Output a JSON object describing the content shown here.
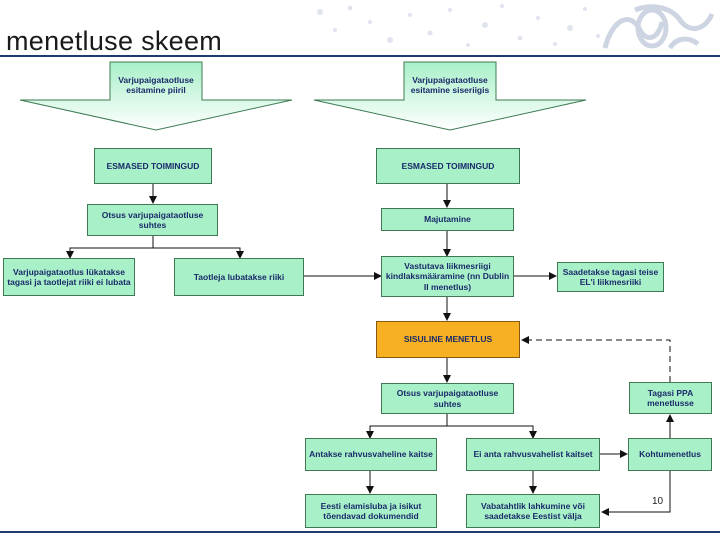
{
  "header": {
    "title": "menetluse skeem"
  },
  "colors": {
    "box_fill": "#a8f0c8",
    "box_border": "#3d7a52",
    "highlight_fill": "#f6b022",
    "box_text": "#1a2a6a",
    "header_line": "#1e3a6e"
  },
  "diagram": {
    "entry_left": "Varjupaigataotluse esitamine piiril",
    "entry_right": "Varjupaigataotluse esitamine siseriigis",
    "nodes": {
      "esmased_left": "ESMASED TOIMINGUD",
      "esmased_right": "ESMASED TOIMINGUD",
      "otsus_left": "Otsus varjupaigataotluse suhtes",
      "lykatakse": "Varjupaigataotlus lükatakse tagasi ja taotlejat riiki ei lubata",
      "lubatakse": "Taotleja lubatakse riiki",
      "majutamine": "Majutamine",
      "vastutava": "Vastutava liikmesriigi kindlaksmääramine (nn Dublin II menetlus)",
      "saadetakse_el": "Saadetakse tagasi teise EL'i liikmesriiki",
      "sisuline": "SISULINE MENETLUS",
      "otsus_right": "Otsus varjupaigataotluse suhtes",
      "tagasi_ppa": "Tagasi PPA menetlusse",
      "antakse": "Antakse rahvusvaheline kaitse",
      "ei_anta": "Ei anta rahvusvahelist kaitset",
      "kohtumenetlus": "Kohtumenetlus",
      "elamisluba": "Eesti elamisluba ja isikut tõendavad dokumendid",
      "vabatahtlik": "Vabatahtlik lahkumine või saadetakse Eestist välja"
    }
  },
  "page_number": "10"
}
